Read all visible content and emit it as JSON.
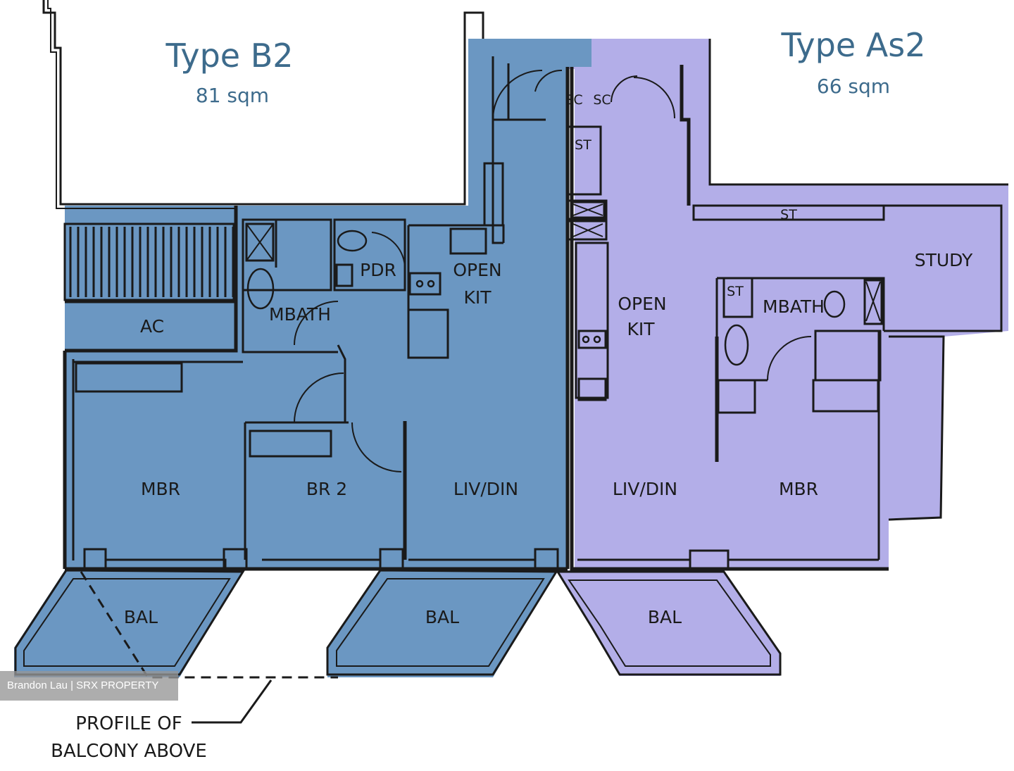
{
  "units": {
    "left": {
      "title": "Type B2",
      "area": "81 sqm",
      "fill": "#6b97c2"
    },
    "right": {
      "title": "Type As2",
      "area": "66 sqm",
      "fill": "#b3aee8"
    }
  },
  "rooms_left": {
    "ac": "AC",
    "mbath": "MBATH",
    "pdr": "PDR",
    "open_kit_1": "OPEN",
    "open_kit_2": "KIT",
    "mbr": "MBR",
    "br2": "BR 2",
    "liv_din": "LIV/DIN",
    "bal_1": "BAL",
    "bal_2": "BAL",
    "sc": "SC"
  },
  "rooms_right": {
    "sc": "SC",
    "st_1": "ST",
    "st_2": "ST",
    "st_3": "ST",
    "study": "STUDY",
    "open_kit_1": "OPEN",
    "open_kit_2": "KIT",
    "mbath": "MBATH",
    "liv_din": "LIV/DIN",
    "mbr": "MBR",
    "bal": "BAL"
  },
  "annotation": {
    "line1": "PROFILE OF",
    "line2": "BALCONY ABOVE"
  },
  "watermark": "Brandon Lau | SRX PROPERTY"
}
